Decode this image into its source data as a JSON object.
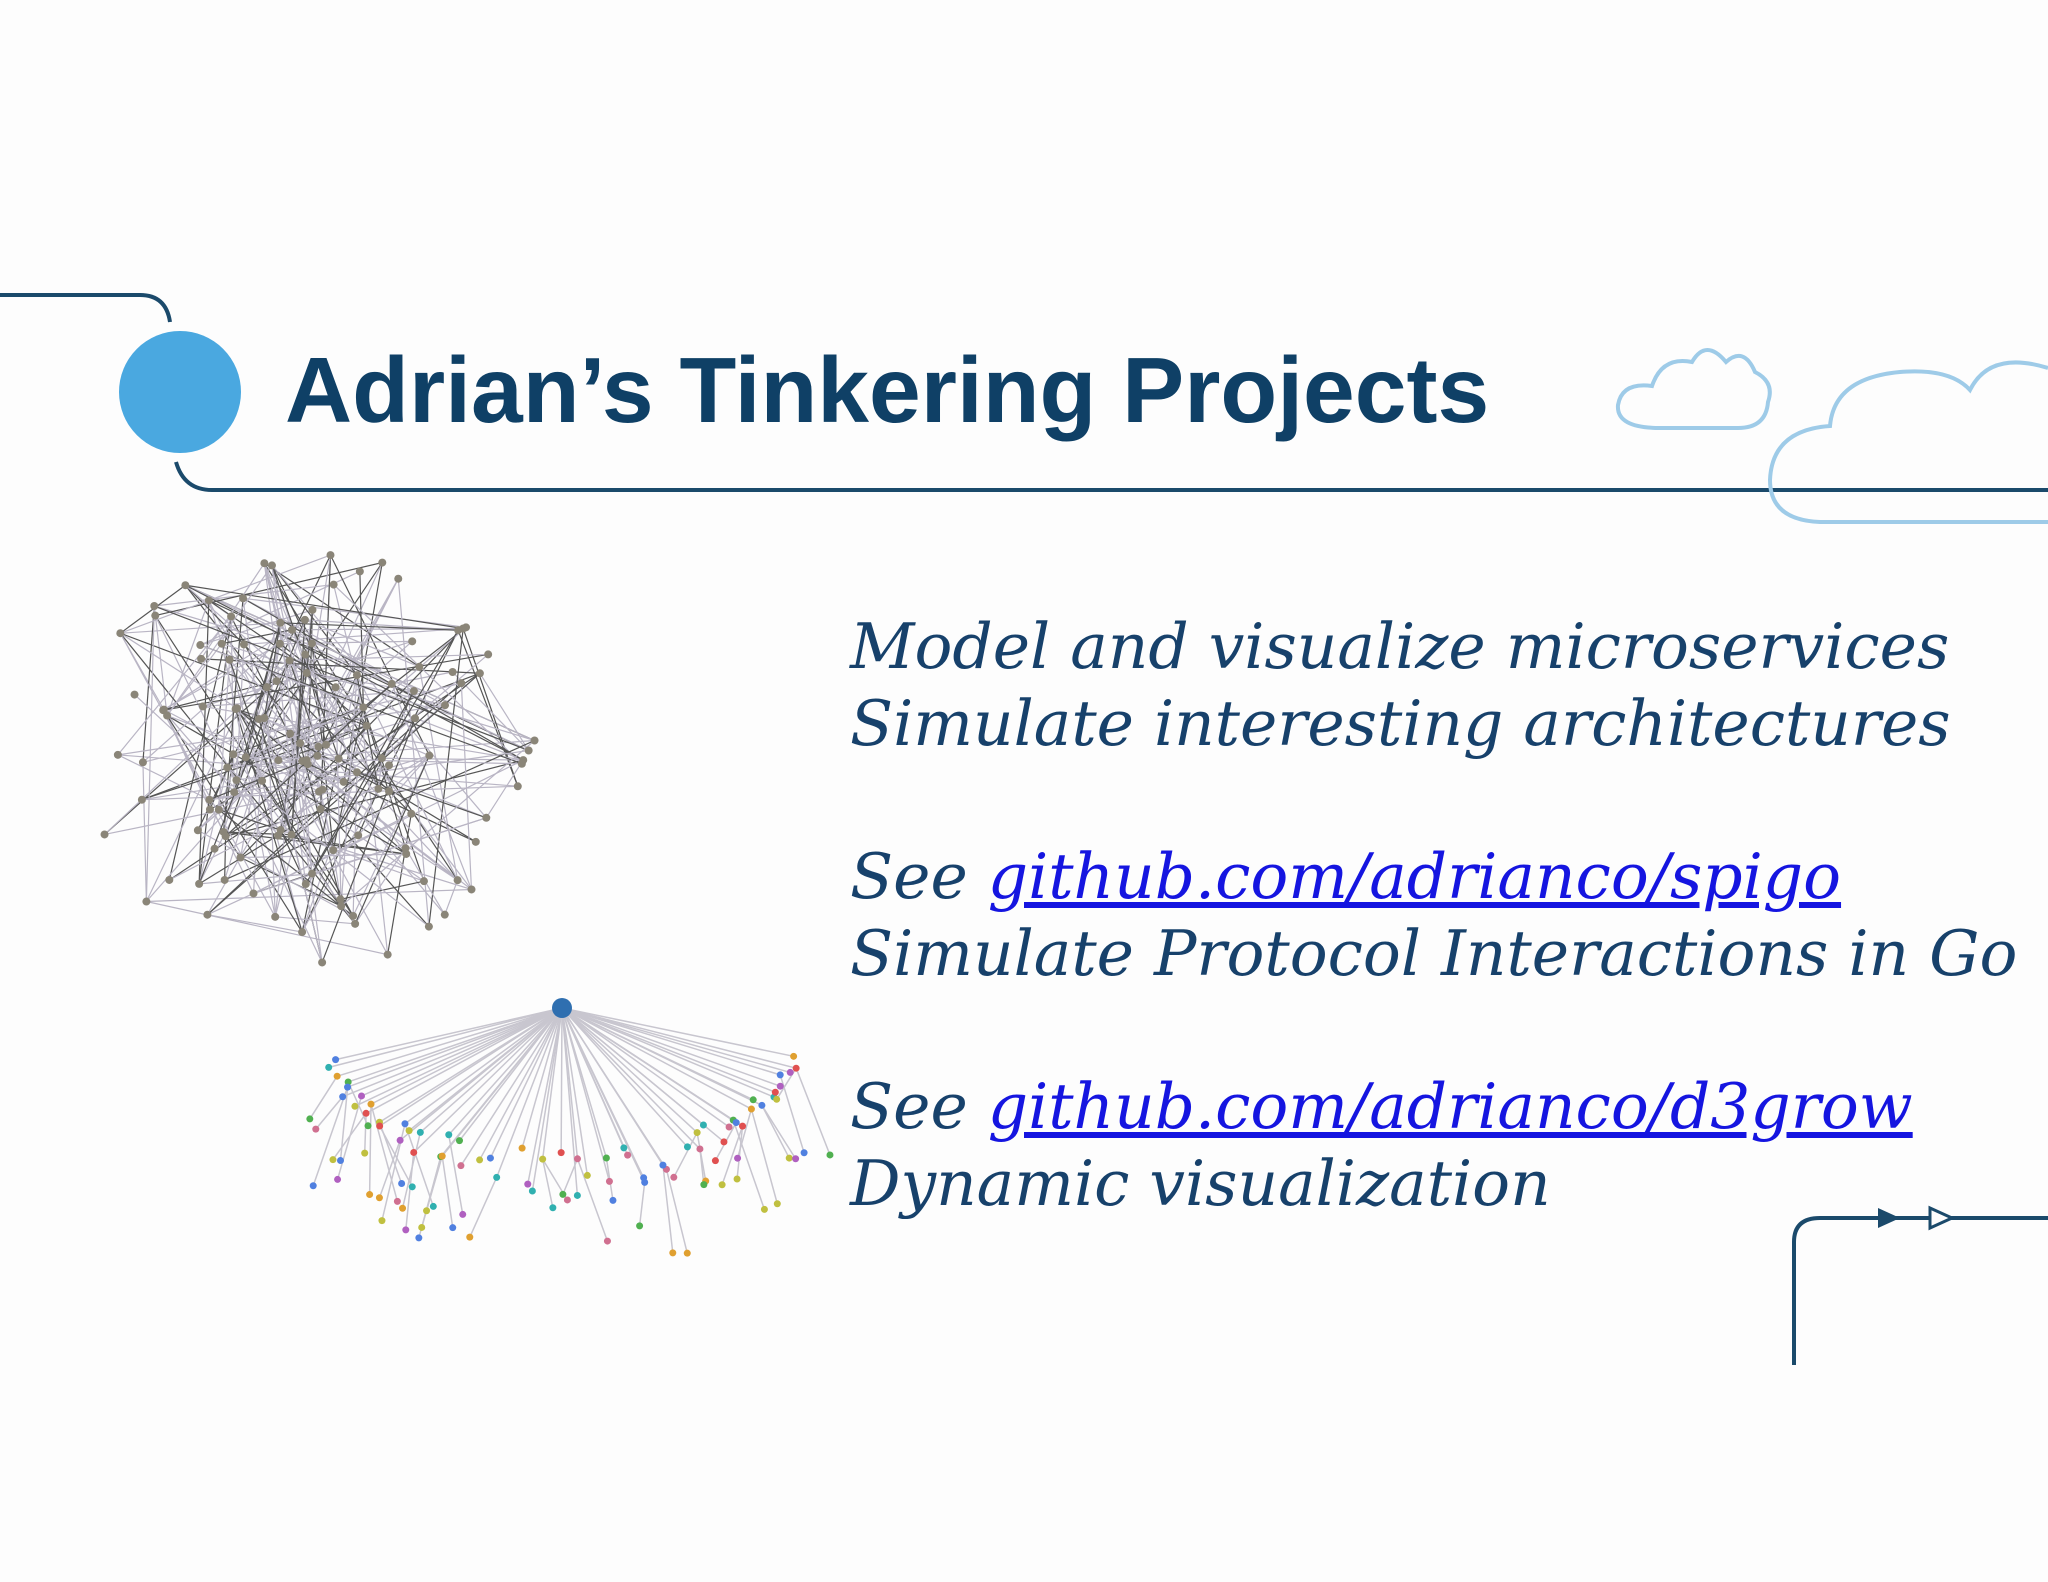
{
  "title": "Adrian’s Tinkering Projects",
  "lines": {
    "l1": "Model and visualize microservices",
    "l2": "Simulate interesting architectures",
    "see1_prefix": "See ",
    "see1_link": "github.com/adrianco/spigo",
    "l3": "Simulate Protocol Interactions in Go",
    "see2_prefix": "See ",
    "see2_link": "github.com/adrianco/d3grow",
    "l4": "Dynamic visualization"
  },
  "colors": {
    "title": "#0f4066",
    "body": "#17416b",
    "link": "#1515e0",
    "accent_circle": "#4aa8e0",
    "cloud": "#9ecbe8",
    "line": "#1b4a6b"
  },
  "icons": [
    "accent-circle",
    "cloud-icon",
    "network-graph",
    "tree-graph",
    "arrow-icon"
  ]
}
